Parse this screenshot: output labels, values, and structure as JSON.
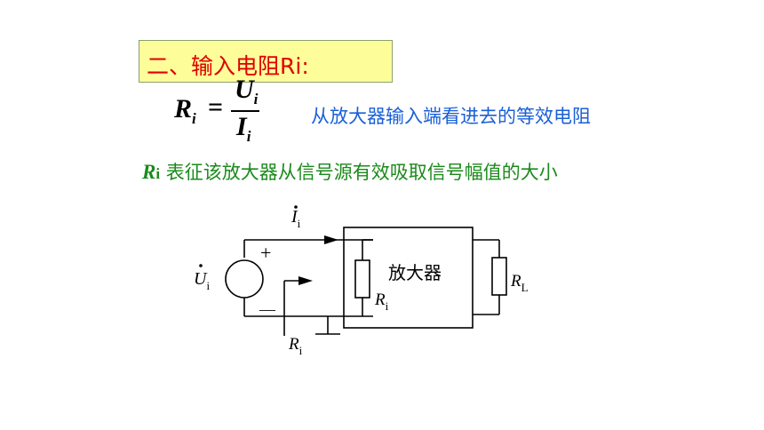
{
  "title": {
    "text": "二、输入电阻Ri:"
  },
  "formula": {
    "lhs": "R",
    "lhs_sub": "i",
    "equals": "=",
    "numerator": "U",
    "numerator_sub": "i",
    "denominator": "I",
    "denominator_sub": "i"
  },
  "description": "从放大器输入端看进去的等效电阻",
  "note": {
    "symbol": "R",
    "symbol_sub": "i",
    "text": " 表征该放大器从信号源有效吸取信号幅值的大小"
  },
  "circuit": {
    "current_label": "I",
    "current_sub": "i",
    "source_label": "U",
    "source_sub": "i",
    "plus": "+",
    "minus": "—",
    "amplifier_label": "放大器",
    "inner_resistor_label": "R",
    "inner_resistor_sub": "i",
    "load_label": "R",
    "load_sub": "L",
    "input_resistance_label": "R",
    "input_resistance_sub": "i"
  },
  "colors": {
    "title": "#e00000",
    "title_bg": "#fdfd9a",
    "description": "#1a5fd6",
    "note": "#1a8a1a"
  }
}
